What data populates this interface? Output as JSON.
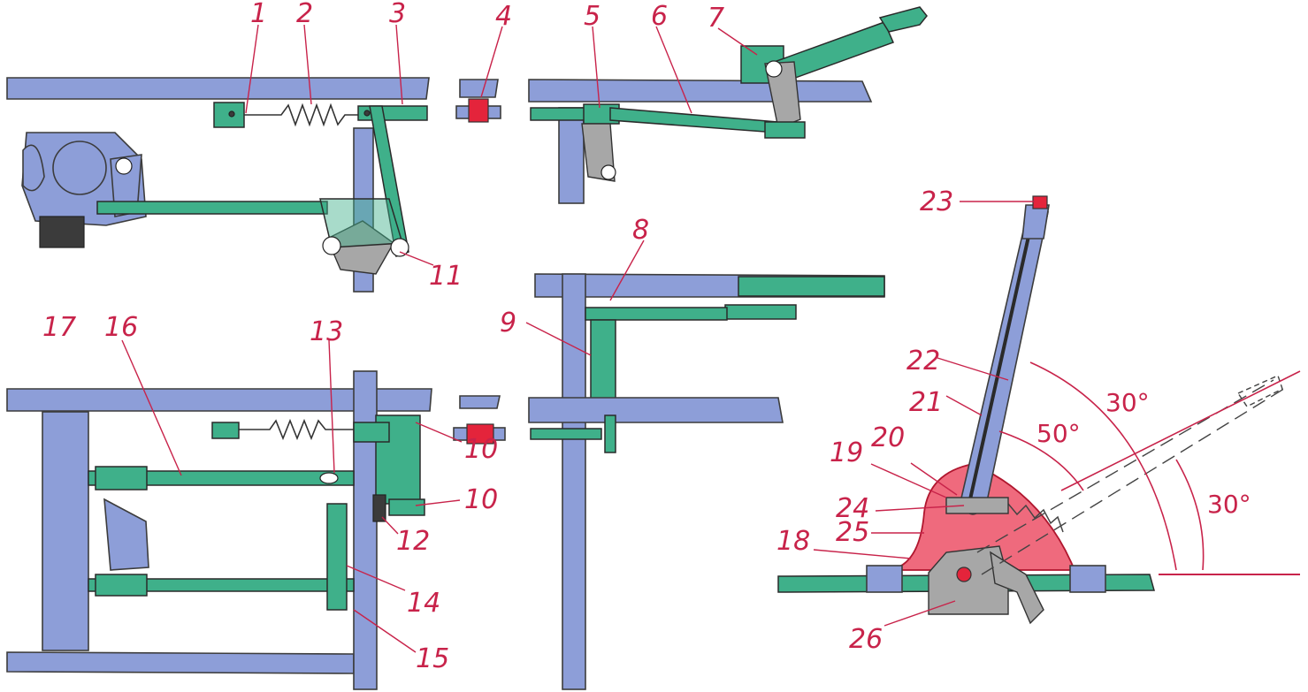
{
  "labels": {
    "l1": "1",
    "l2": "2",
    "l3": "3",
    "l4": "4",
    "l5": "5",
    "l6": "6",
    "l7": "7",
    "l8": "8",
    "l9": "9",
    "l10a": "10",
    "l10b": "10",
    "l11": "11",
    "l12": "12",
    "l13": "13",
    "l14": "14",
    "l15": "15",
    "l16": "16",
    "l17": "17",
    "l18": "18",
    "l19": "19",
    "l20": "20",
    "l21": "21",
    "l22": "22",
    "l23": "23",
    "l24": "24",
    "l25": "25",
    "l26": "26"
  },
  "angles": {
    "a1": "30°",
    "a2": "50°",
    "a3": "30°"
  },
  "colors": {
    "beam": "#8d9ed8",
    "rod": "#3fb08a",
    "callout": "#c8234a",
    "sector": "#ef6a7d"
  }
}
